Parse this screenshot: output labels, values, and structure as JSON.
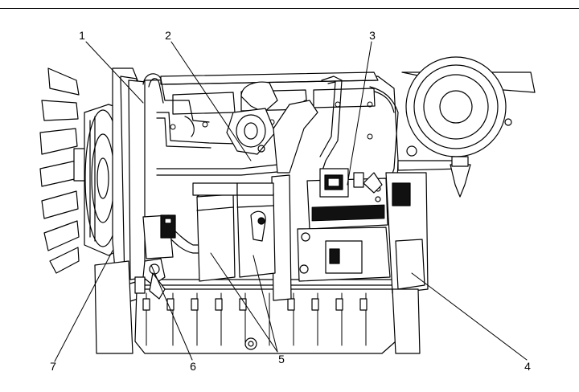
{
  "callouts": [
    {
      "label": "1"
    },
    {
      "label": "2"
    },
    {
      "label": "3"
    },
    {
      "label": "4"
    },
    {
      "label": "5"
    },
    {
      "label": "6"
    },
    {
      "label": "7"
    }
  ],
  "colors": {
    "line": "#000000",
    "fill": "#ffffff",
    "dark": "#111111"
  }
}
